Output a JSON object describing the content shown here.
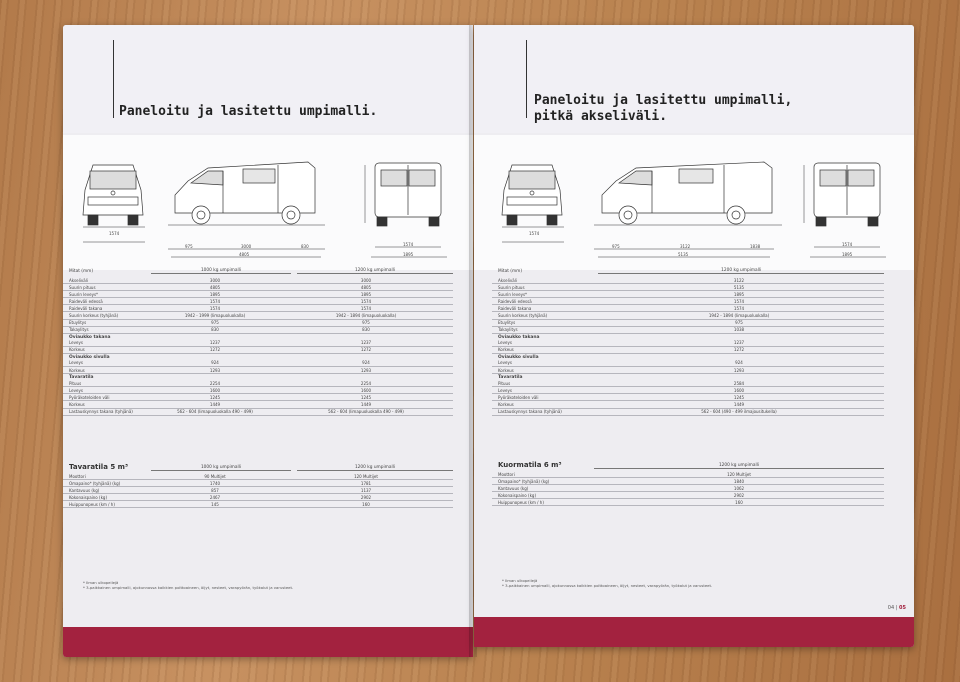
{
  "left_page": {
    "title": "Paneloitu ja lasitettu umpimalli.",
    "dimensions": {
      "d1": "1574",
      "d2": "975",
      "d3": "3000",
      "d4": "830",
      "d5": "4805",
      "d6": "1574",
      "d7": "1895"
    },
    "table": {
      "header_label": "Mitat (mm)",
      "col1": "1000 kg umpimalli",
      "col2": "1200 kg umpimalli",
      "rows": [
        {
          "label": "Akseliväli",
          "v1": "3000",
          "v2": "3000"
        },
        {
          "label": "Suurin pituus",
          "v1": "4805",
          "v2": "4805"
        },
        {
          "label": "Suurin leveys*",
          "v1": "1895",
          "v2": "1895"
        },
        {
          "label": "Raideväli edessä",
          "v1": "1574",
          "v2": "1574"
        },
        {
          "label": "Raideväli takana",
          "v1": "1574",
          "v2": "1574"
        },
        {
          "label": "Suurin korkeus (tyhjänä)",
          "v1": "1942 - 1999 (limapuoluokalla)",
          "v2": "1942 - 1894 (limapuoluokalla)"
        },
        {
          "label": "Etuylitys",
          "v1": "975",
          "v2": "975"
        },
        {
          "label": "Takaylitys",
          "v1": "830",
          "v2": "830"
        },
        {
          "section": "Oviaukko takana"
        },
        {
          "label": "Leveys",
          "v1": "1237",
          "v2": "1237"
        },
        {
          "label": "Korkeus",
          "v1": "1272",
          "v2": "1272"
        },
        {
          "section": "Oviaukko sivulla"
        },
        {
          "label": "Leveys",
          "v1": "924",
          "v2": "924"
        },
        {
          "label": "Korkeus",
          "v1": "1293",
          "v2": "1293"
        },
        {
          "section": "Tavaratila"
        },
        {
          "label": "Pituus",
          "v1": "2254",
          "v2": "2254"
        },
        {
          "label": "Leveys",
          "v1": "1600",
          "v2": "1600"
        },
        {
          "label": "Pyöräkoteloiden väli",
          "v1": "1245",
          "v2": "1245"
        },
        {
          "label": "Korkeus",
          "v1": "1449",
          "v2": "1449"
        },
        {
          "label": "Lastauskynnys takana (tyhjänä)",
          "v1": "562 - 604 (limapuoluokalla 490 - 499)",
          "v2": "562 - 604 (limapuoluokalla 490 - 499)"
        }
      ]
    },
    "cargo": {
      "title": "Tavaratila 5 m³",
      "col1": "1000 kg umpimalli",
      "col2": "1200 kg umpimalli",
      "rows": [
        {
          "label": "Moottori",
          "v1": "90 Multijet",
          "v2": "120 Multijet"
        },
        {
          "label": "Omapaino* (tyhjänä) (kg)",
          "v1": "1740",
          "v2": "1781"
        },
        {
          "label": "Kantavuus (kg)",
          "v1": "857",
          "v2": "1137"
        },
        {
          "label": "Kokonaispaino (kg)",
          "v1": "2467",
          "v2": "2902"
        },
        {
          "label": "Huippunopeus (km / h)",
          "v1": "145",
          "v2": "160"
        }
      ]
    },
    "footnotes": [
      "* Ilman ulkopeilejä",
      "* 3-paikkainen umpimalli, ajokunnossa kaikkien polttoaineen, öljyt, nesteet, varapyörän, työkalut ja varusteet."
    ]
  },
  "right_page": {
    "title_line1": "Paneloitu ja lasitettu umpimalli,",
    "title_line2": "pitkä akseliväli.",
    "dimensions": {
      "d1": "1574",
      "d2": "975",
      "d3": "3122",
      "d4": "1838",
      "d5": "5135",
      "d6": "1574",
      "d7": "1895"
    },
    "table": {
      "header_label": "Mitat (mm)",
      "col1": "1200 kg umpimalli",
      "rows": [
        {
          "label": "Akseliväli",
          "v1": "3122"
        },
        {
          "label": "Suurin pituus",
          "v1": "5135"
        },
        {
          "label": "Suurin leveys*",
          "v1": "1895"
        },
        {
          "label": "Raideväli edessä",
          "v1": "1574"
        },
        {
          "label": "Raideväli takana",
          "v1": "1574"
        },
        {
          "label": "Suurin korkeus (tyhjänä)",
          "v1": "1942 - 1894 (limapuoluokalla)"
        },
        {
          "label": "Etuylitys",
          "v1": "975"
        },
        {
          "label": "Takaylitys",
          "v1": "1038"
        },
        {
          "section": "Oviaukko takana"
        },
        {
          "label": "Leveys",
          "v1": "1237"
        },
        {
          "label": "Korkeus",
          "v1": "1272"
        },
        {
          "section": "Oviaukko sivulla"
        },
        {
          "label": "Leveys",
          "v1": "924"
        },
        {
          "label": "Korkeus",
          "v1": "1293"
        },
        {
          "section": "Tavaratila"
        },
        {
          "label": "Pituus",
          "v1": "2584"
        },
        {
          "label": "Leveys",
          "v1": "1600"
        },
        {
          "label": "Pyöräkoteloiden väli",
          "v1": "1245"
        },
        {
          "label": "Korkeus",
          "v1": "1449"
        },
        {
          "label": "Lastauskynnys takana (tyhjänä)",
          "v1": "562 - 604 (490 - 499 ilmajousitukella)"
        }
      ]
    },
    "cargo": {
      "title": "Kuormatila 6 m³",
      "col1": "1200 kg umpimalli",
      "rows": [
        {
          "label": "Moottori",
          "v1": "120 Multijet"
        },
        {
          "label": "Omapaino* (tyhjänä) (kg)",
          "v1": "1840"
        },
        {
          "label": "Kantavuus (kg)",
          "v1": "1062"
        },
        {
          "label": "Kokonaispaino (kg)",
          "v1": "2902"
        },
        {
          "label": "Huippunopeus (km / h)",
          "v1": "160"
        }
      ]
    },
    "footnotes": [
      "* Ilman ulkopeilejä",
      "* 3-paikkainen umpimalli, ajokunnossa kaikkien polttoaineen, öljyt, nesteet, varapyörän, työkalut ja varusteet."
    ],
    "page_number_left": "04",
    "page_number_right": "05"
  },
  "colors": {
    "accent": "#a3223f",
    "page": "#eeedf1"
  }
}
